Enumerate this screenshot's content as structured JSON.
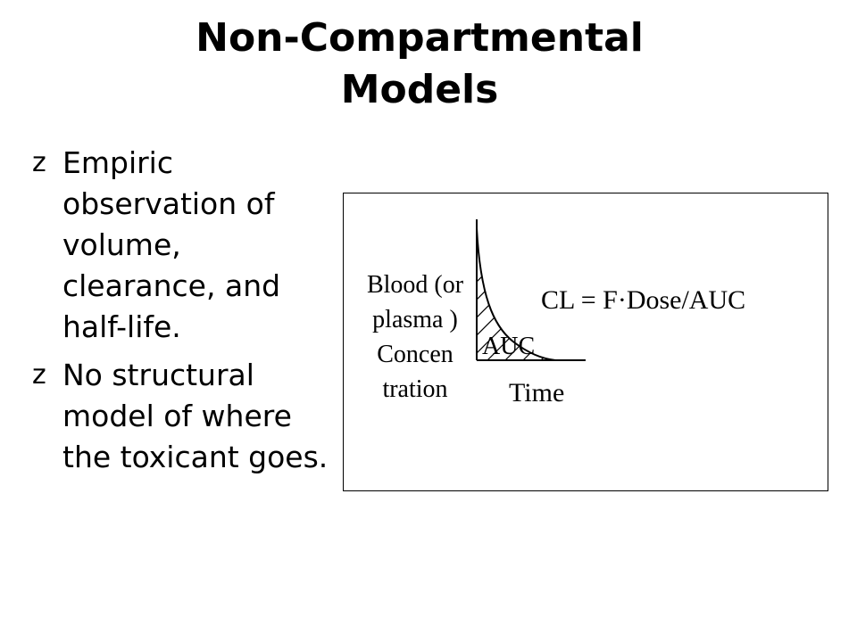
{
  "slide": {
    "title_line1": "Non-Compartmental",
    "title_line2": "Models"
  },
  "bullets": [
    {
      "marker": "z",
      "text": "Empiric observation of volume, clearance, and half-life."
    },
    {
      "marker": "z",
      "text": "No structural model of where the toxicant goes."
    }
  ],
  "figure": {
    "y_axis_label": "Blood (or plasma ) Concen tration",
    "x_axis_label": "Time",
    "equation": "CL = F·Dose/AUC",
    "area_label": "AUC",
    "curve_type": "exponential decay",
    "area_fill": "hatched"
  }
}
